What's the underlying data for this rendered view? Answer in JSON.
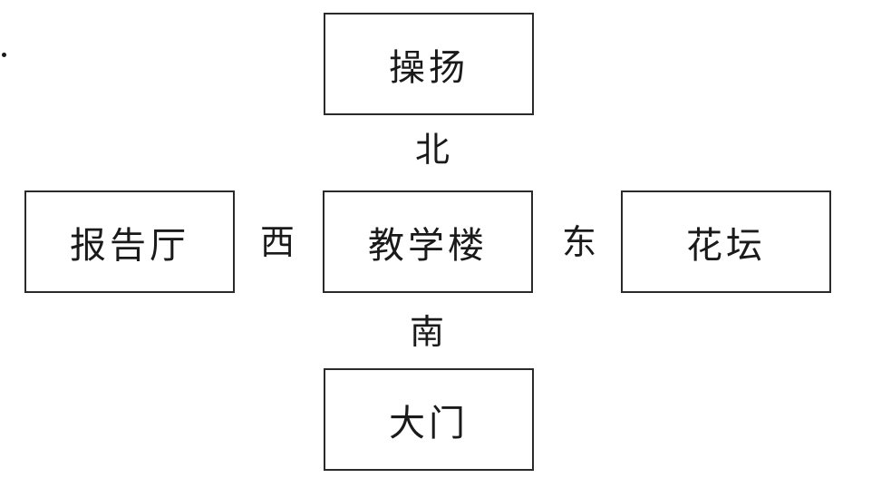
{
  "diagram": {
    "boxes": {
      "north": "操扬",
      "west": "报告厅",
      "center": "教学楼",
      "east": "花坛",
      "south": "大门"
    },
    "directions": {
      "north": "北",
      "west": "西",
      "east": "东",
      "south": "南"
    }
  }
}
